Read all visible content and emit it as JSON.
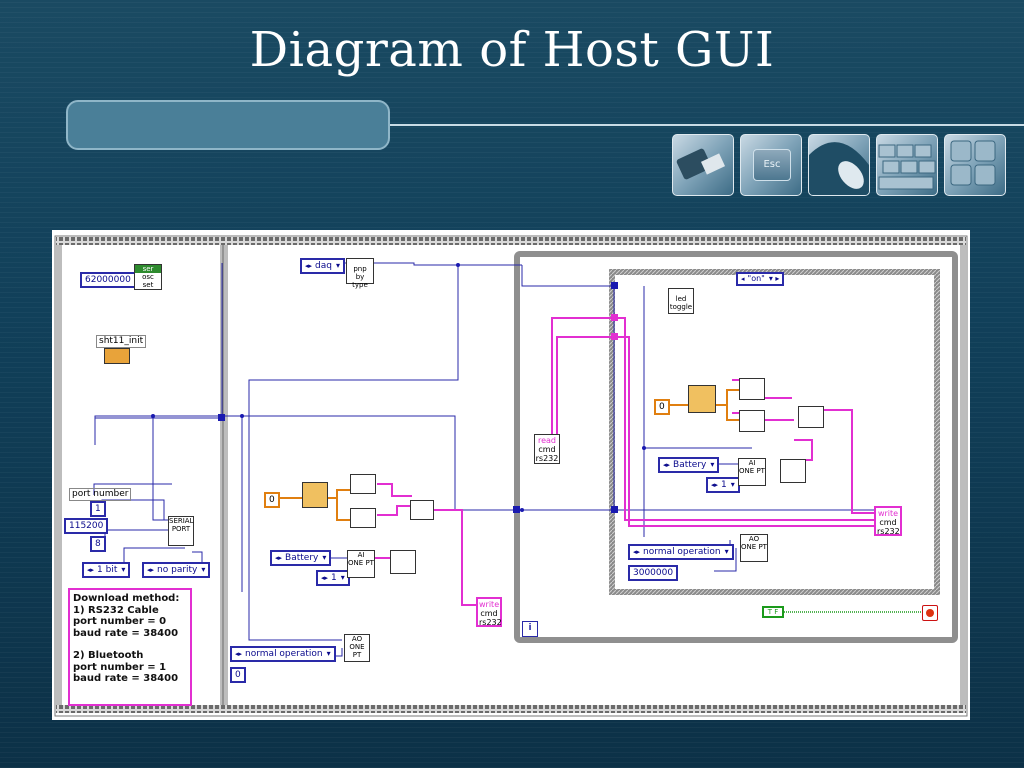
{
  "slide": {
    "title": "Diagram of Host GUI",
    "thumbnails": [
      "usb-plug-icon",
      "esc-key-icon",
      "mouse-icon",
      "keyboard-icon",
      "keypad-icon"
    ],
    "thumb_esc_label": "Esc"
  },
  "diagram": {
    "left_frame": {
      "const_clock": "62000000",
      "osc_node": [
        "ser",
        "osc",
        "set"
      ],
      "sht11_label": "sht11_init",
      "port_number_label": "port number",
      "port_number_value": "1",
      "baud_value": "115200",
      "data_bits_value": "8",
      "stop_bits_ring": "1 bit",
      "parity_ring": "no parity",
      "serial_port_node": [
        "SERIAL",
        "PORT"
      ],
      "note_lines": [
        "Download method:",
        "1) RS232 Cable",
        "port number = 0",
        "baud rate = 38400",
        "",
        "2) Bluetooth",
        "port number = 1",
        "baud rate = 38400"
      ]
    },
    "middle_frame": {
      "daq_ring": "daq",
      "pnp_node": [
        "pnp",
        "by type"
      ],
      "zero_const": "0",
      "battery_ring": "Battery",
      "one_ring": "1",
      "ai_node": [
        "AI",
        "ONE PT"
      ],
      "write_node": [
        "write",
        "cmd",
        "rs232"
      ],
      "normal_op_ring": "normal operation",
      "ai_node2": [
        "AO",
        "ONE PT"
      ],
      "zero_const2": "0"
    },
    "while_loop": {
      "read_node": [
        "read",
        "cmd",
        "rs232"
      ],
      "iteration_label": "i",
      "case_selector": "\"on\"",
      "led_node": [
        "led",
        "toggle"
      ],
      "zero_const": "0",
      "battery_ring": "Battery",
      "one_ring": "1",
      "ai_node": [
        "AI",
        "ONE PT"
      ],
      "write_node": [
        "write",
        "cmd",
        "rs232"
      ],
      "normal_op_ring": "normal operation",
      "ao_node": [
        "AO",
        "ONE PT"
      ],
      "delay_const": "3000000",
      "bool_const": "T F"
    },
    "colors": {
      "wire_blue": "#2a2aa8",
      "wire_pink": "#e22fd1",
      "wire_orange": "#e07f10",
      "wire_green": "#1b9a1b"
    }
  }
}
